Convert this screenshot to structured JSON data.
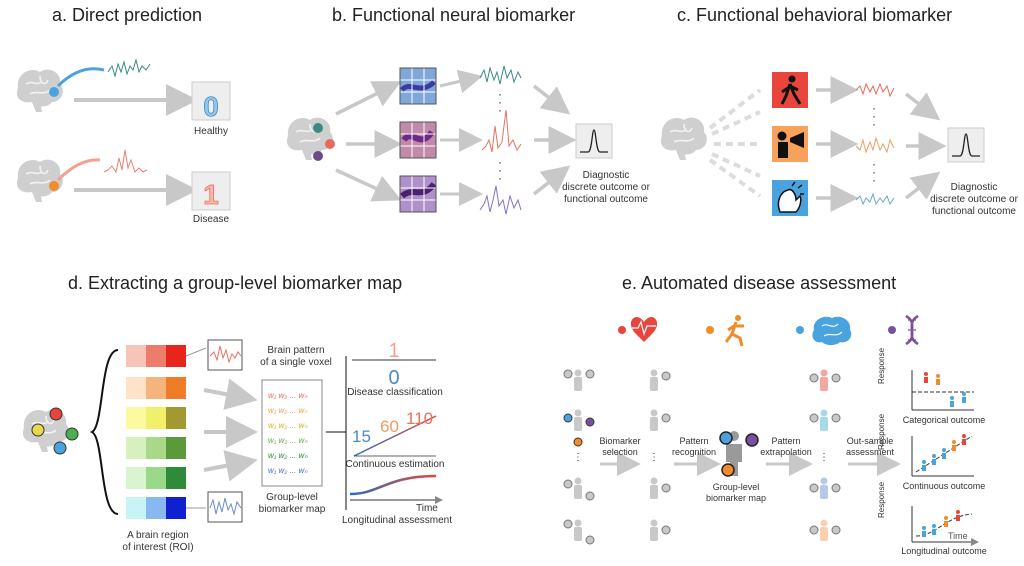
{
  "panels": {
    "a": {
      "title": "a. Direct prediction",
      "healthy_value": "0",
      "healthy_label": "Healthy",
      "disease_value": "1",
      "disease_label": "Disease"
    },
    "b": {
      "title": "b. Functional neural biomarker",
      "outcome_line1": "Diagnostic",
      "outcome_line2": "discrete outcome or",
      "outcome_line3": "functional outcome"
    },
    "c": {
      "title": "c. Functional behavioral biomarker",
      "outcome_line1": "Diagnostic",
      "outcome_line2": "discrete outcome or",
      "outcome_line3": "functional outcome"
    },
    "d": {
      "title": "d. Extracting a group-level biomarker map",
      "voxel_label_1": "Brain pattern",
      "voxel_label_2": "of a single voxel",
      "map_label_1": "Group-level",
      "map_label_2": "biomarker map",
      "roi_label_1": "A brain region",
      "roi_label_2": "of interest (ROI)",
      "disease_value": "1",
      "healthy_value": "0",
      "disease_classification": "Disease classification",
      "est_values": [
        "15",
        "60",
        "110"
      ],
      "continuous_estimation": "Continuous estimation",
      "time_label": "Time",
      "longitudinal_assessment": "Longitudinal assessment",
      "weights": [
        "w1 w2 ... wn"
      ]
    },
    "e": {
      "title": "e. Automated disease assessment",
      "step1_1": "Biomarker",
      "step1_2": "selection",
      "step2_1": "Pattern",
      "step2_2": "recognition",
      "step3_1": "Pattern",
      "step3_2": "extrapolation",
      "step4_1": "Out-sample",
      "step4_2": "assessment",
      "map_1": "Group-level",
      "map_2": "biomarker map",
      "categorical": "Categorical outcome",
      "continuous": "Continuous outcome",
      "longitudinal": "Longitudinal outcome",
      "response": "Response",
      "time": "Time"
    }
  },
  "colors": {
    "red": "#e8453c",
    "orange": "#f28c28",
    "blue": "#4aa3df",
    "purple": "#7b4fa0",
    "green": "#4caf50",
    "yellow": "#e8d84a",
    "arrow": "#c8c8c8",
    "brain": "#cfcfcf"
  },
  "icons": [
    "brain-icon",
    "heart-icon",
    "running-icon",
    "dna-icon",
    "walking-person-icon",
    "speaking-person-icon",
    "clapping-hands-icon",
    "person-icon"
  ]
}
